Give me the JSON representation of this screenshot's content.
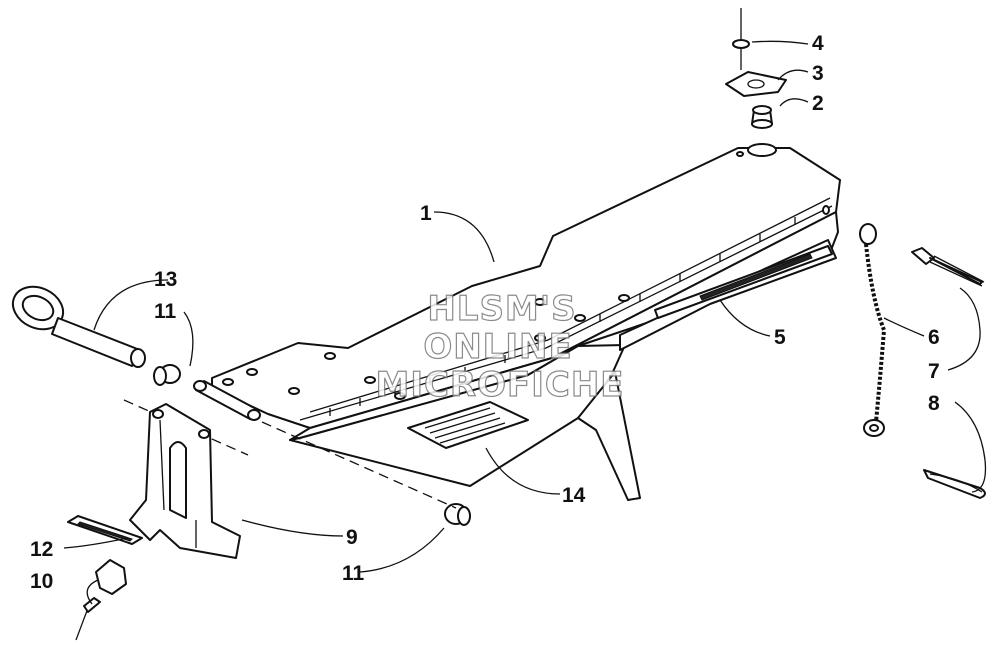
{
  "watermark": {
    "lines": [
      "HLSM'S",
      "ONLINE",
      "MICROFICHE"
    ]
  },
  "callouts": [
    {
      "id": "c1",
      "label": "1"
    },
    {
      "id": "c2",
      "label": "2"
    },
    {
      "id": "c3",
      "label": "3"
    },
    {
      "id": "c4",
      "label": "4"
    },
    {
      "id": "c5",
      "label": "5"
    },
    {
      "id": "c6",
      "label": "6"
    },
    {
      "id": "c7",
      "label": "7"
    },
    {
      "id": "c8",
      "label": "8"
    },
    {
      "id": "c9",
      "label": "9"
    },
    {
      "id": "c10",
      "label": "10"
    },
    {
      "id": "c11a",
      "label": "11"
    },
    {
      "id": "c11b",
      "label": "11"
    },
    {
      "id": "c12",
      "label": "12"
    },
    {
      "id": "c13",
      "label": "13"
    },
    {
      "id": "c14",
      "label": "14"
    }
  ]
}
